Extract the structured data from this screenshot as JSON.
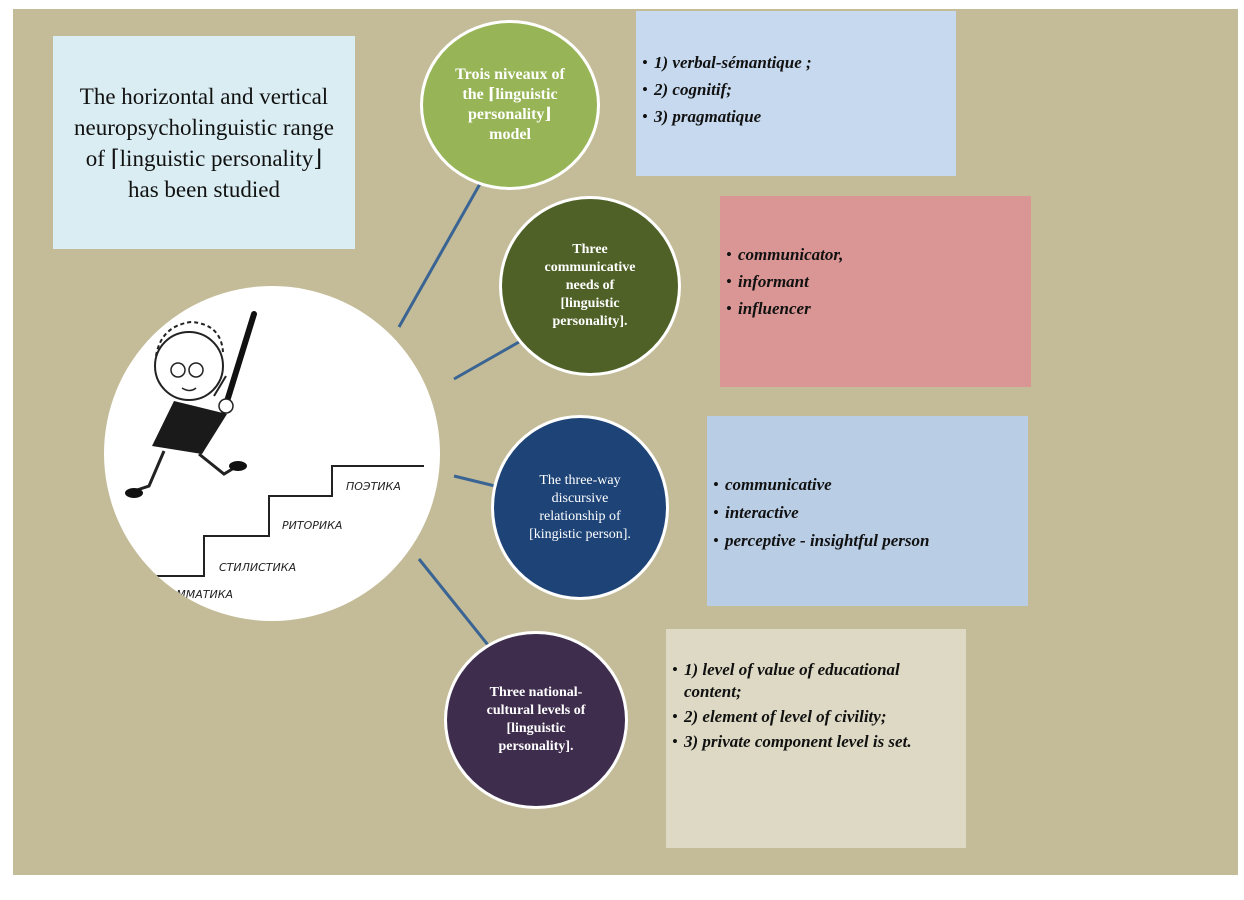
{
  "title": "The horizontal and vertical neuropsycholinguistic range of ⌈linguistic personality⌋ has been studied",
  "nodes": [
    {
      "label": "Trois niveaux of the ⌈linguistic personality⌋ model",
      "color": "#97b556",
      "items": [
        "1) verbal-sémantique ;",
        "2) cognitif;",
        "3) pragmatique"
      ],
      "box_color": "#c7d9ef"
    },
    {
      "label": "Three communicative needs of [linguistic personality].",
      "color": "#4f6127",
      "items": [
        "communicator,",
        "informant",
        "influencer"
      ],
      "box_color": "#d99694"
    },
    {
      "label": "The three-way discursive relationship of [kingistic person].",
      "color": "#1e4477",
      "items": [
        "communicative",
        "interactive",
        "perceptive - insightful person"
      ],
      "box_color": "#b9cde5"
    },
    {
      "label": "Three national-cultural levels of [linguistic personality].",
      "color": "#3e2d4d",
      "items": [
        "1) level of value of educational content;",
        "2) element of level of civility;",
        "3) private component level is set."
      ],
      "box_color": "#ddd9c4"
    }
  ],
  "illustration": {
    "icon": "cartoon-child-climbing-stairs-image",
    "stair_labels": [
      "ПОЭТИКА",
      "РИТОРИКА",
      "СТИЛИСТИКА",
      "ГРАММАТИКА"
    ]
  },
  "colors": {
    "background": "#c4bc98",
    "connector": "#3a6493"
  }
}
